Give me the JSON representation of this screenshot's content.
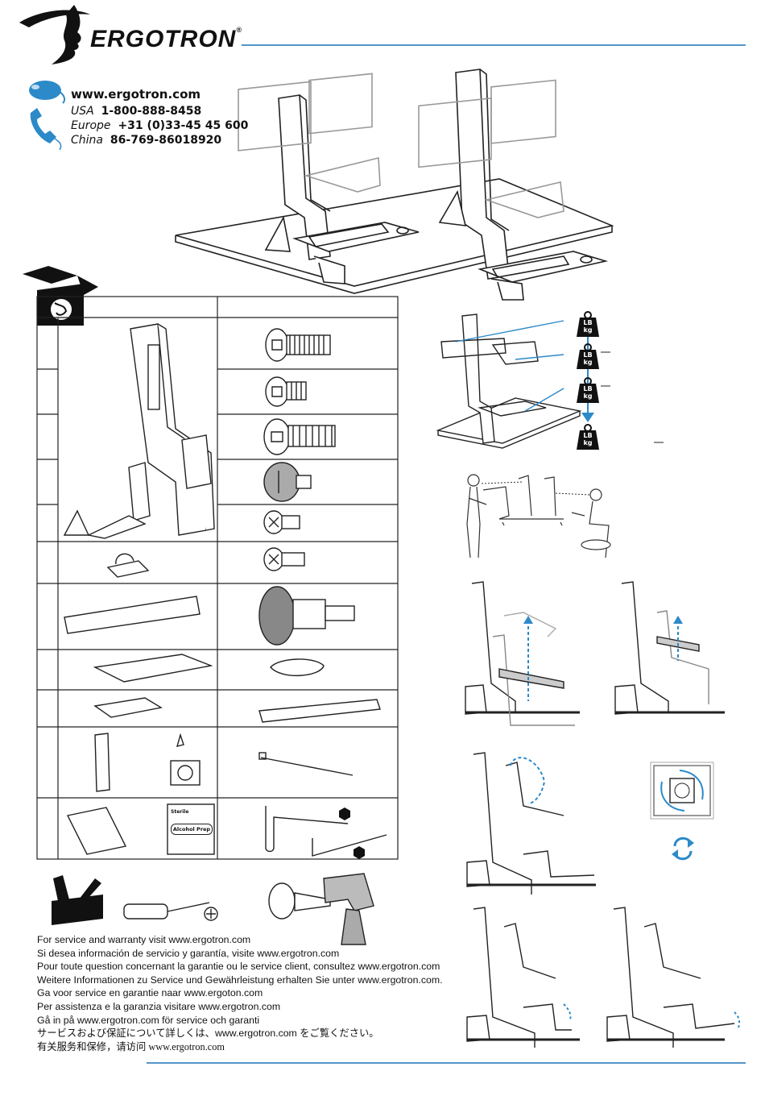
{
  "header": {
    "brand": "ERGOTRON",
    "registered_mark": "®",
    "accent_color": "#1a73b8"
  },
  "contact": {
    "website": "www.ergotron.com",
    "phones": [
      {
        "region": "USA",
        "number": "1-800-888-8458"
      },
      {
        "region": "Europe",
        "number": "+31 (0)33-45 45 600"
      },
      {
        "region": "China",
        "number": "86-769-86018920"
      }
    ]
  },
  "weight_labels": {
    "unit_top": "LB",
    "unit_bottom": "kg"
  },
  "parts_table": {
    "rows": 11,
    "columns": 2
  },
  "kit_labels": {
    "wipe_title": "Sterile",
    "wipe_name": "Alcohol Prep"
  },
  "service": {
    "lines": [
      "For service and warranty visit www.ergotron.com",
      "Si desea información de servicio y garantía, visite www.ergotron.com",
      "Pour toute question concernant la garantie ou le service client, consultez www.ergotron.com",
      "Weitere Informationen zu Service und Gewährleistung erhalten Sie unter www.ergotron.com.",
      "Ga voor service en garantie naar www.ergoton.com",
      "Per assistenza e la garanzia visitare www.ergotron.com",
      "Gå in på www.ergotron.com för service och garanti",
      "サービスおよび保証について詳しくは、www.ergotron.com をご覧ください。",
      "有关服务和保修，请访问 www.ergotron.com"
    ]
  }
}
